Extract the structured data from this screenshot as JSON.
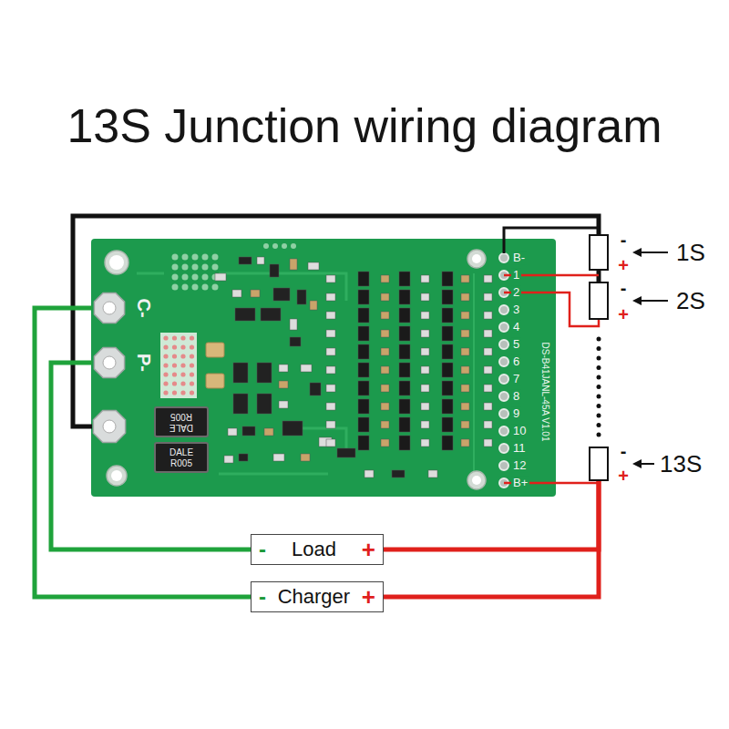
{
  "diagram": {
    "title": "13S Junction wiring diagram",
    "nodes": [
      {
        "text": [
          "C-"
        ]
      },
      {
        "text": [
          "P-"
        ]
      },
      {
        "text": [
          "1S"
        ]
      },
      {
        "text": [
          "2S"
        ]
      },
      {
        "text": [
          "13S"
        ]
      },
      {
        "text": [
          "-",
          "Load",
          "+"
        ]
      },
      {
        "text": [
          "-",
          "Charger",
          "+"
        ]
      }
    ],
    "edges": [
      {
        "from": 0,
        "to": 6,
        "arrow": "none"
      },
      {
        "from": 1,
        "to": 5,
        "arrow": "none"
      },
      {
        "from": 4,
        "to": 5,
        "arrow": "none"
      },
      {
        "from": 4,
        "to": 6,
        "arrow": "none"
      }
    ],
    "labels": [
      "B-",
      "1",
      "2",
      "3",
      "4",
      "5",
      "6",
      "7",
      "8",
      "9",
      "10",
      "11",
      "12",
      "B+",
      "-",
      "+",
      "-",
      "+",
      "-",
      "+",
      "DALE R005",
      "DALE R005",
      "DS-B41JANL-45A V1.01"
    ]
  }
}
